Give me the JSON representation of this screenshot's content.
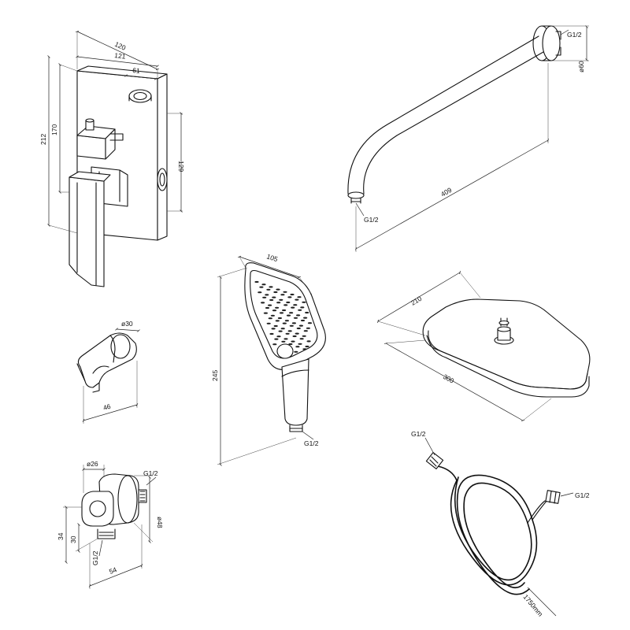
{
  "valve": {
    "d_120": "120",
    "d_121": "121",
    "d_61": "61",
    "d_212": "212",
    "d_170": "170",
    "d_129": "129"
  },
  "arm": {
    "thread_top": "G1/2",
    "d_60": "ø60",
    "d_409": "409",
    "thread_bottom": "G1/2"
  },
  "holder": {
    "d_30": "ø30",
    "d_46": "46"
  },
  "elbow": {
    "d_26": "ø26",
    "thread_right": "G1/2",
    "d_48": "ø48",
    "d_34": "34",
    "d_30": "30",
    "thread_bottom": "G1/2",
    "d_54": "54"
  },
  "hand_shower": {
    "d_105": "105",
    "d_245": "245",
    "thread": "G1/2"
  },
  "overhead": {
    "d_210": "210",
    "d_300": "300"
  },
  "hose": {
    "thread_left": "G1/2",
    "thread_right": "G1/2",
    "length": "1750mm"
  }
}
